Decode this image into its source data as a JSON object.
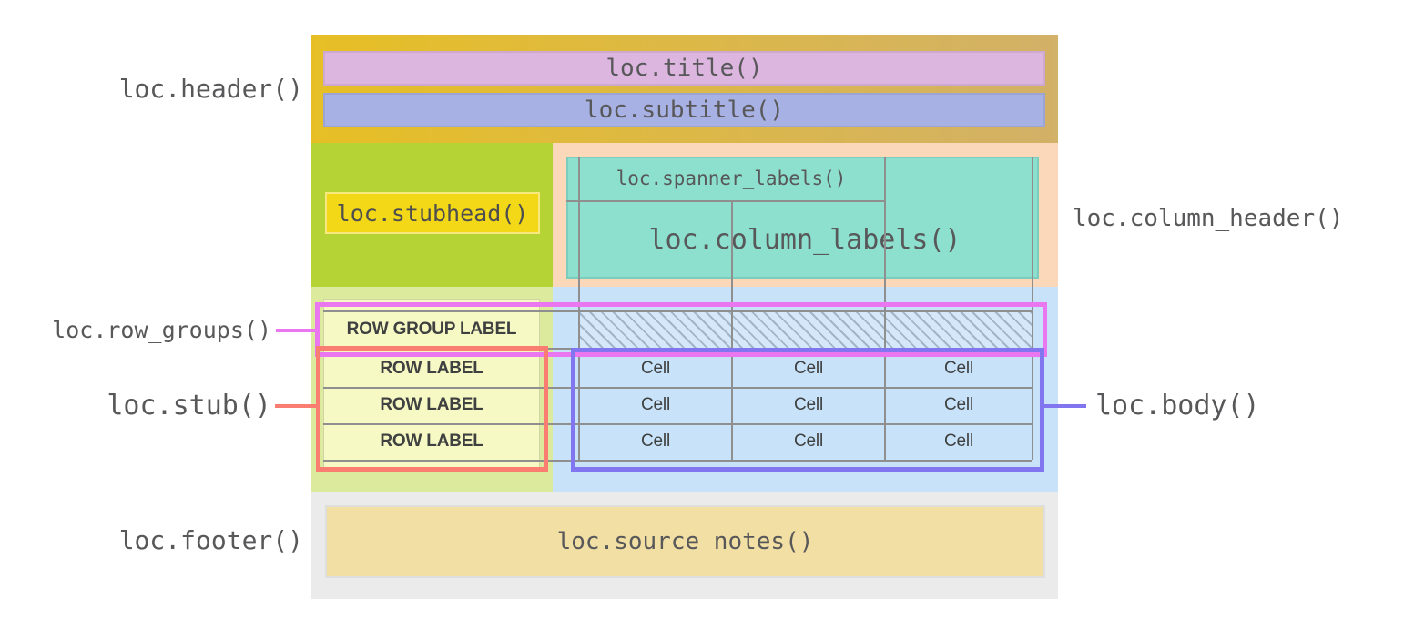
{
  "callouts": {
    "header": "loc.header()",
    "row_groups": "loc.row_groups()",
    "stub": "loc.stub()",
    "footer": "loc.footer()",
    "column_header": "loc.column_header()",
    "body": "loc.body()"
  },
  "table_parts": {
    "title": "loc.title()",
    "subtitle": "loc.subtitle()",
    "stubhead": "loc.stubhead()",
    "spanner_labels": "loc.spanner_labels()",
    "column_labels": "loc.column_labels()",
    "row_group_label": "ROW GROUP LABEL",
    "row_labels": [
      "ROW LABEL",
      "ROW LABEL",
      "ROW LABEL"
    ],
    "body_rows": [
      [
        "Cell",
        "Cell",
        "Cell"
      ],
      [
        "Cell",
        "Cell",
        "Cell"
      ],
      [
        "Cell",
        "Cell",
        "Cell"
      ]
    ],
    "source_notes": "loc.source_notes()"
  },
  "colors": {
    "header_gold_left": "#e7bf25",
    "header_gold_right": "#d2b168",
    "title_pink": "#ddb6e0",
    "subtitle_periwinkle": "#a8b1e3",
    "stubhead_lime": "#b5d334",
    "stubhead_yellow": "#f2d816",
    "column_header_peach": "#fbd8ba",
    "column_labels_teal": "#8ce0cd",
    "stub_pale_green": "#dcea9d",
    "stub_pale_yellow": "#f7f9c5",
    "body_blue": "#c7e2f9",
    "footer_gray": "#ebebeb",
    "source_notes_tan": "#f2dfa4",
    "grid_gray": "#8f8f8f",
    "row_groups_outline": "#ea76f0",
    "stub_outline": "#fa7d72",
    "body_outline": "#8175f0",
    "label_text": "#58585a"
  }
}
